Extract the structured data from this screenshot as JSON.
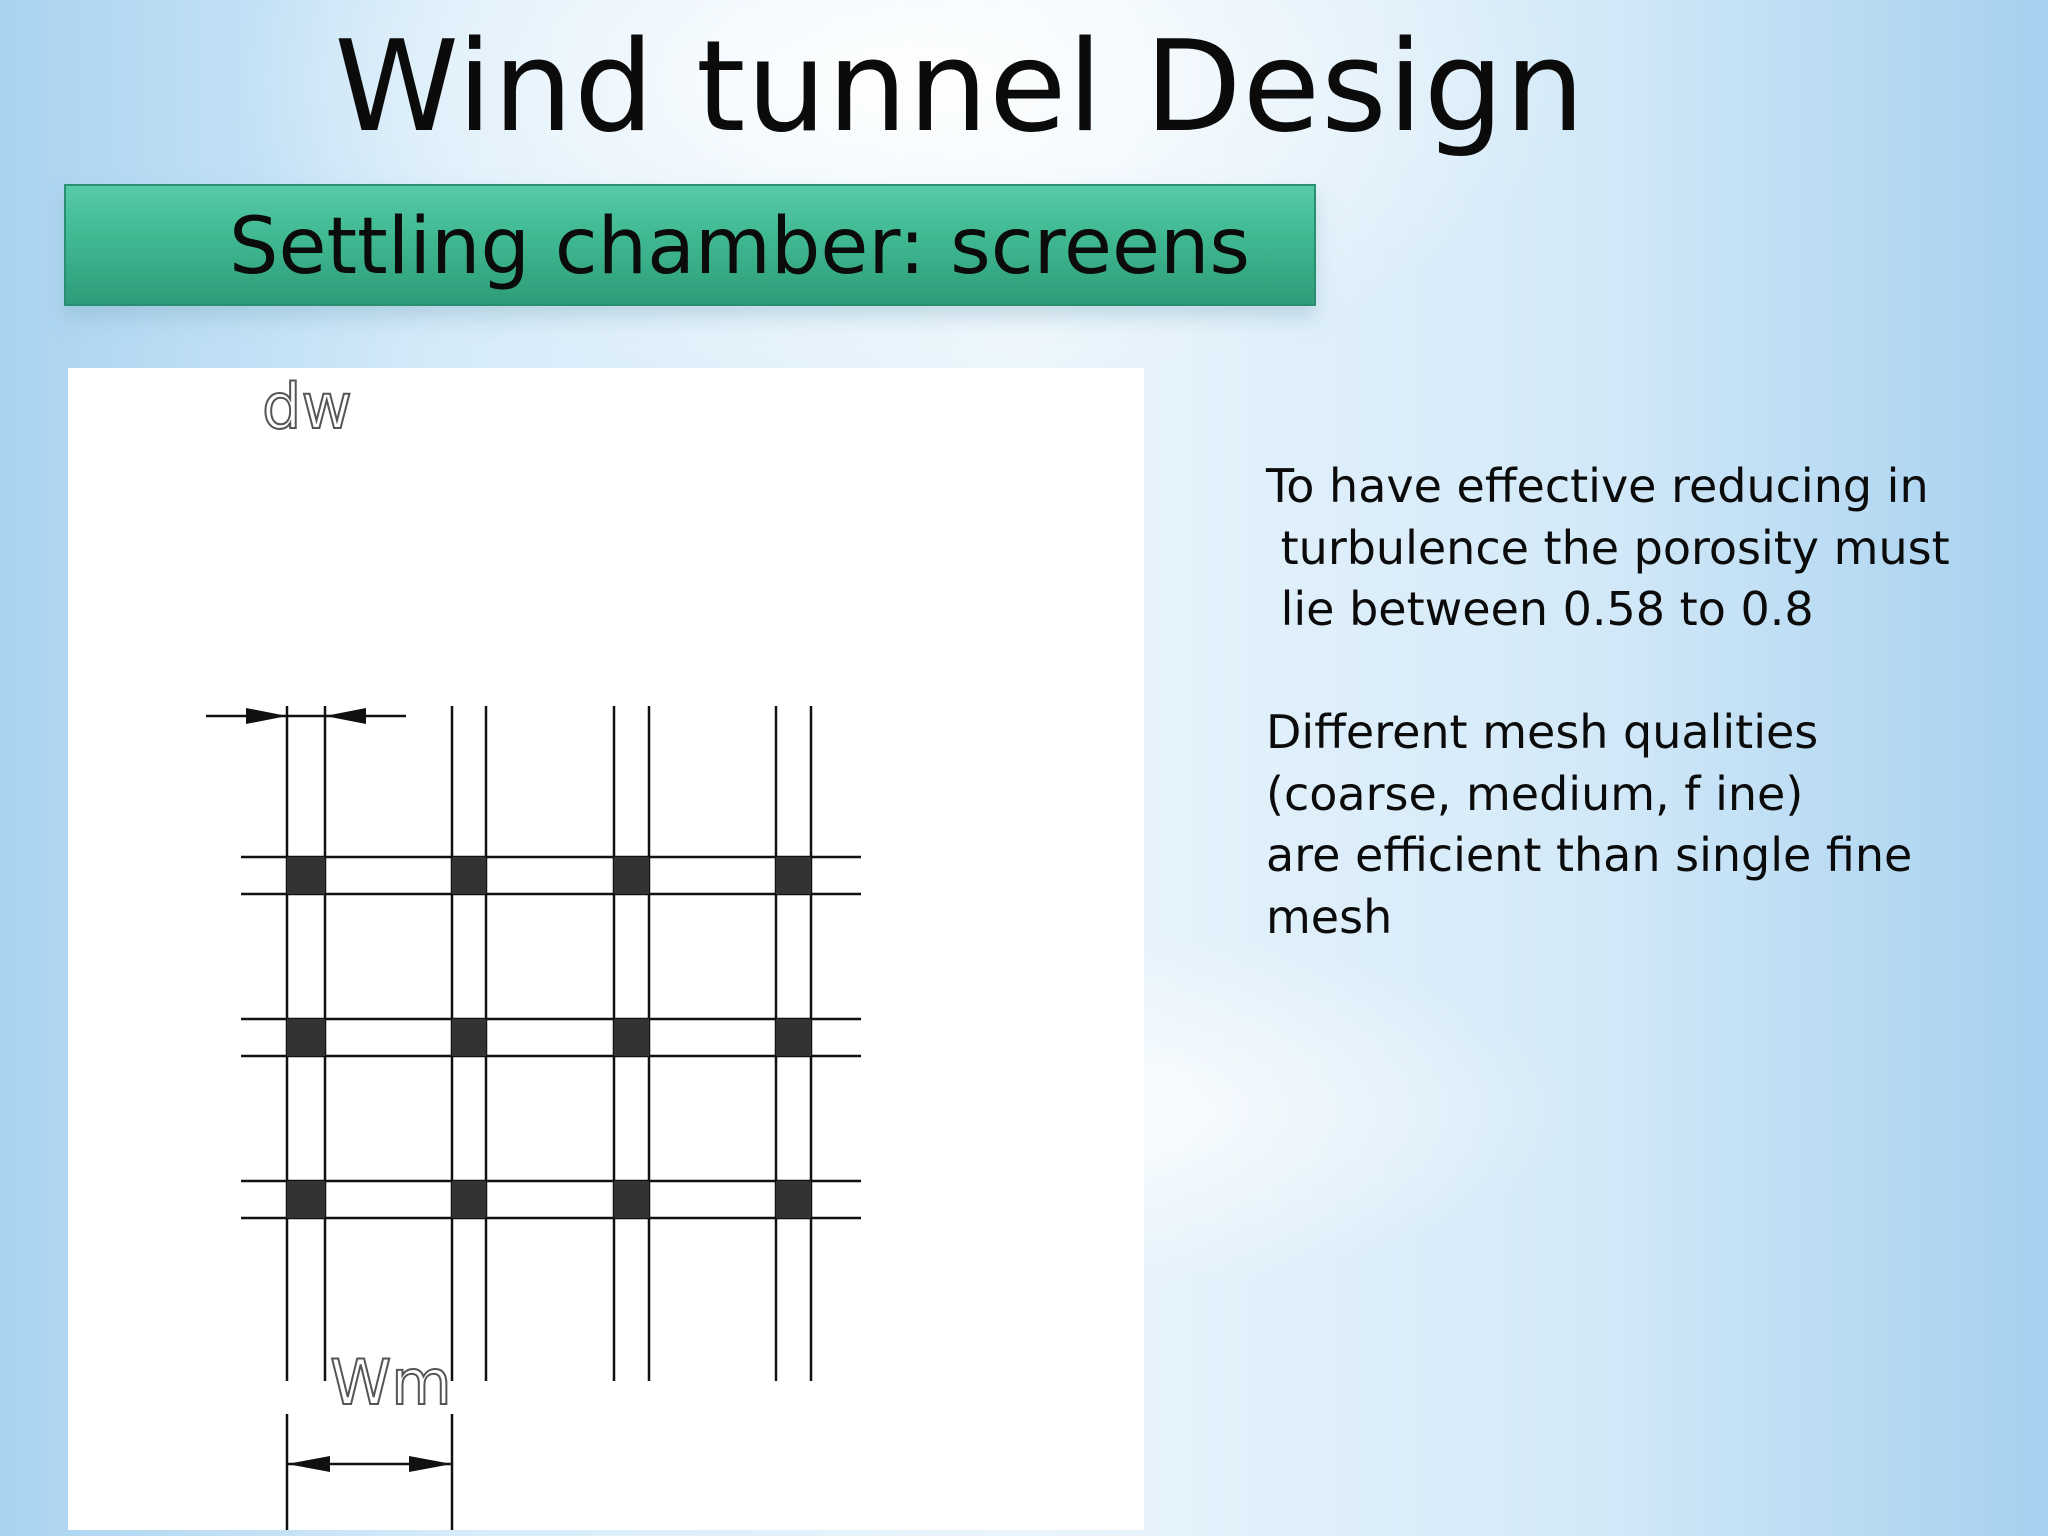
{
  "slide": {
    "title": "Wind tunnel Design",
    "banner": "Settling chamber: screens"
  },
  "diagram": {
    "labels": {
      "wire_diameter": "dw",
      "mesh_width": "Wm"
    }
  },
  "body": {
    "paragraphs": [
      [
        "To have effective reducing in",
        " turbulence the porosity must",
        " lie between 0.58 to 0.8"
      ],
      [
        "Different mesh qualities",
        "(coarse, medium, f ine)",
        "are efficient than single fine",
        "mesh"
      ]
    ]
  },
  "colors": {
    "banner": "#3fb892",
    "wire": "#111111",
    "junction": "#333333"
  }
}
